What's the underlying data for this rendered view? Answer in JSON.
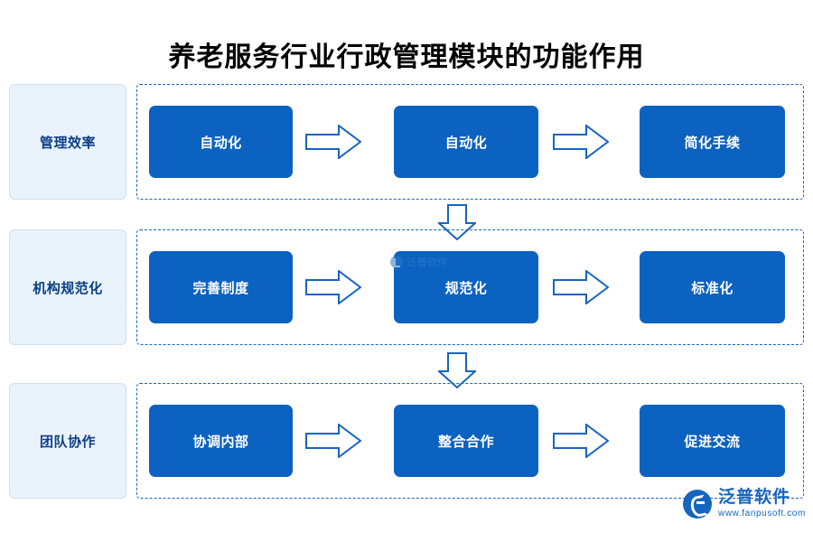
{
  "title": "养老服务行业行政管理模块的功能作用",
  "rows": [
    {
      "label": "管理效率",
      "nodes": [
        "自动化",
        "自动化",
        "简化手续"
      ]
    },
    {
      "label": "机构规范化",
      "nodes": [
        "完善制度",
        "规范化",
        "标准化"
      ]
    },
    {
      "label": "团队协作",
      "nodes": [
        "协调内部",
        "整合合作",
        "促进交流"
      ]
    }
  ],
  "arrows": {
    "horizontal_icon": "arrow-right-icon",
    "vertical_icon": "arrow-down-icon"
  },
  "watermark": {
    "center_text": "泛普软件",
    "center_icon": "check-circle-icon"
  },
  "logo": {
    "icon": "fanpu-logo-icon",
    "cn": "泛普软件",
    "en": "www.fanpusoft.com"
  },
  "colors": {
    "node_fill": "#0c62c0",
    "label_fill": "#eaf2fb",
    "dashed_border": "#1765c0",
    "arrow_stroke": "#1765c0",
    "brand": "#1565c0"
  }
}
